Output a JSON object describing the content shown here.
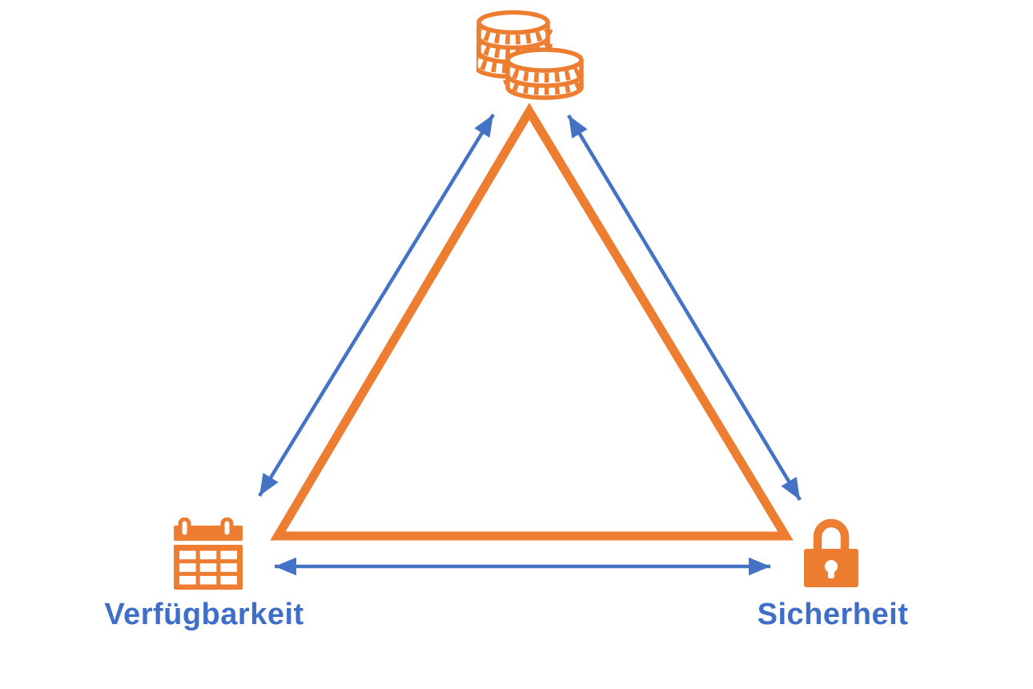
{
  "diagram": {
    "type": "triangle-tradeoff",
    "nodes": [
      {
        "id": "cost",
        "icon": "coins-icon",
        "label": ""
      },
      {
        "id": "availability",
        "icon": "calendar-icon",
        "label": "Verfügbarkeit"
      },
      {
        "id": "security",
        "icon": "lock-icon",
        "label": "Sicherheit"
      }
    ],
    "edges": [
      {
        "from": "availability",
        "to": "cost",
        "style": "double-headed-arrow"
      },
      {
        "from": "security",
        "to": "cost",
        "style": "double-headed-arrow"
      },
      {
        "from": "availability",
        "to": "security",
        "style": "double-headed-arrow"
      }
    ],
    "colors": {
      "triangle": "#ED7D31",
      "icons": "#ED7D31",
      "arrows": "#4472C4",
      "labels": "#3E6EC7",
      "background": "#FFFFFF"
    }
  }
}
